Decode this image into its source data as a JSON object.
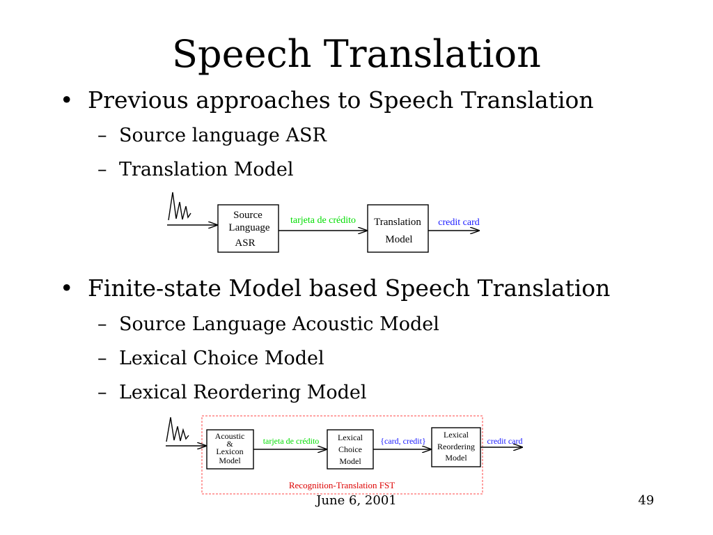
{
  "title": "Speech Translation",
  "bullets": [
    {
      "text": "Previous approaches to Speech Translation",
      "subs": [
        "Source language ASR",
        "Translation Model"
      ]
    },
    {
      "text": "Finite-state Model based Speech Translation",
      "subs": [
        "Source Language Acoustic Model",
        "Lexical Choice Model",
        "Lexical Reordering Model"
      ]
    }
  ],
  "bullet_symbol": "•",
  "dash_symbol": "–",
  "diagram1": {
    "box1": [
      "Source",
      "Language",
      "ASR"
    ],
    "arrow1_label": "tarjeta de crédito",
    "box2": [
      "Translation",
      "Model"
    ],
    "arrow2_label": "credit card"
  },
  "diagram2": {
    "box1": [
      "Acoustic",
      "&",
      "Lexicon",
      "Model"
    ],
    "arrow1_label": "tarjeta de crédito",
    "box2": [
      "Lexical",
      "Choice",
      "Model"
    ],
    "arrow2_label": "{card, credit}",
    "box3": [
      "Lexical",
      "Reordering",
      "Model"
    ],
    "arrow3_label": "credit card",
    "frame_label": "Recognition-Translation FST"
  },
  "colors": {
    "spanish_text": "#00dd00",
    "english_text": "#1a1aff",
    "frame": "#ff4444",
    "frame_label": "#dd0000"
  },
  "footer": {
    "date": "June 6, 2001",
    "page_number": "49"
  }
}
